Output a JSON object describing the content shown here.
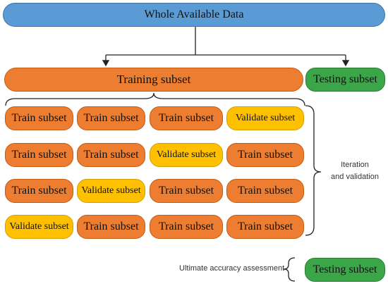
{
  "top": {
    "whole_data": "Whole Available Data"
  },
  "split": {
    "training": "Training subset",
    "testing": "Testing subset"
  },
  "folds": [
    [
      "Train subset",
      "Train subset",
      "Train subset",
      "Validate subset"
    ],
    [
      "Train subset",
      "Train subset",
      "Validate subset",
      "Train subset"
    ],
    [
      "Train subset",
      "Validate subset",
      "Train subset",
      "Train subset"
    ],
    [
      "Validate subset",
      "Train subset",
      "Train subset",
      "Train subset"
    ]
  ],
  "side_label": {
    "line1": "Iteration",
    "line2": "and validation"
  },
  "bottom": {
    "assessment_label": "Ultimate accuracy assessment",
    "testing": "Testing subset"
  },
  "colors": {
    "whole": "#5b9bd5",
    "train": "#ed7d31",
    "validate": "#ffc000",
    "test": "#3aa648"
  }
}
